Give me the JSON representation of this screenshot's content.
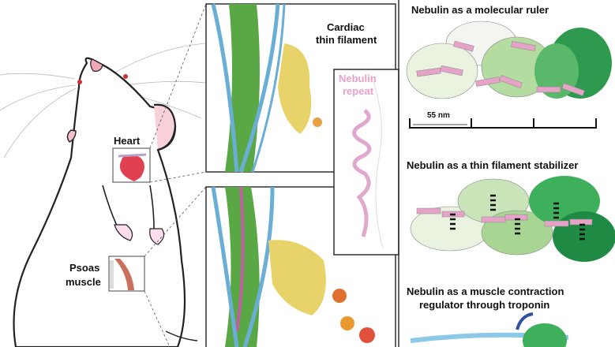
{
  "rat": {
    "heart_label": "Heart",
    "psoas_label_line1": "Psoas",
    "psoas_label_line2": "muscle"
  },
  "structures": {
    "cardiac_line1": "Cardiac",
    "cardiac_line2": "thin filament",
    "nebulin_line1": "Nebulin",
    "nebulin_line2": "repeat"
  },
  "panels": {
    "ruler_title": "Nebulin as a molecular ruler",
    "ruler_scale": "55 nm",
    "stabilizer_title": "Nebulin as a thin filament stabilizer",
    "regulator_line1": "Nebulin as a muscle contraction",
    "regulator_line2": "regulator through troponin"
  },
  "colors": {
    "actin_green": "#5aa845",
    "tropomyosin_blue": "#6aaed6",
    "troponin_yellow": "#e8d36a",
    "nebulin_pink": "#e6a3c8"
  }
}
